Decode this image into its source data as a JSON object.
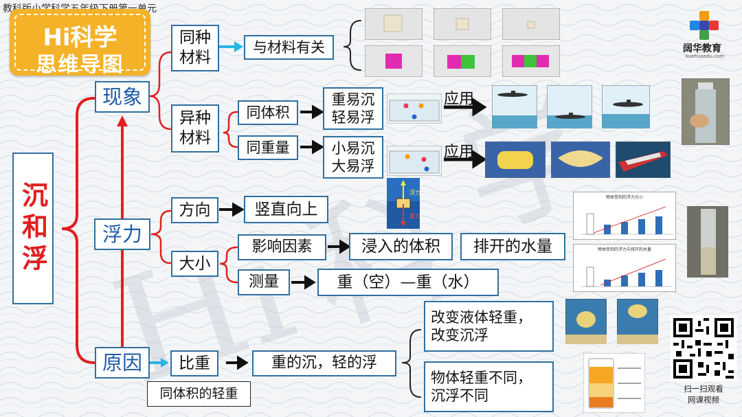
{
  "header_note": "教科版小学科学五年级下册第一单元",
  "title": {
    "line1": "Hi科学",
    "line2": "思维导图"
  },
  "root": "沉和浮",
  "branches": {
    "phenomenon": "现象",
    "buoyancy": "浮力",
    "reason": "原因"
  },
  "phenomenon": {
    "same_material": "同种\n材料",
    "same_result": "与材料有关",
    "diff_material": "异种\n材料",
    "same_volume": "同体积",
    "same_volume_result": "重易沉\n轻易浮",
    "same_weight": "同重量",
    "same_weight_result": "小易沉\n大易浮",
    "apply_label_1": "应用",
    "apply_label_2": "应用"
  },
  "buoyancy": {
    "direction": "方向",
    "direction_value": "竖直向上",
    "magnitude": "大小",
    "factors": "影响因素",
    "factor_1": "浸入的体积",
    "factor_2": "排开的水量",
    "measure": "测量",
    "measure_value": "重（空）—重（水）",
    "diagram_up": "浮力",
    "diagram_down": "重力"
  },
  "reason": {
    "specific_gravity": "比重",
    "specific_gravity_note": "同体积的轻重",
    "rule": "重的沉，轻的浮",
    "case_1": "改变液体轻重，\n改变沉浮",
    "case_2": "物体轻重不同，\n沉浮不同"
  },
  "charts": {
    "chart1_title": "物体受到的浮力大小",
    "chart2_title": "物体受到的浮力与排开的水量"
  },
  "logo": {
    "name": "阔华教育",
    "url": "kuohuaedu.com"
  },
  "qr_caption": "扫一扫观看\n网课视频",
  "colors": {
    "title_bg": "#f4b228",
    "box_border": "#2f6f9f",
    "connector": "#e02020",
    "root_text": "#e02020",
    "arrow_cyan": "#28b4e6"
  }
}
